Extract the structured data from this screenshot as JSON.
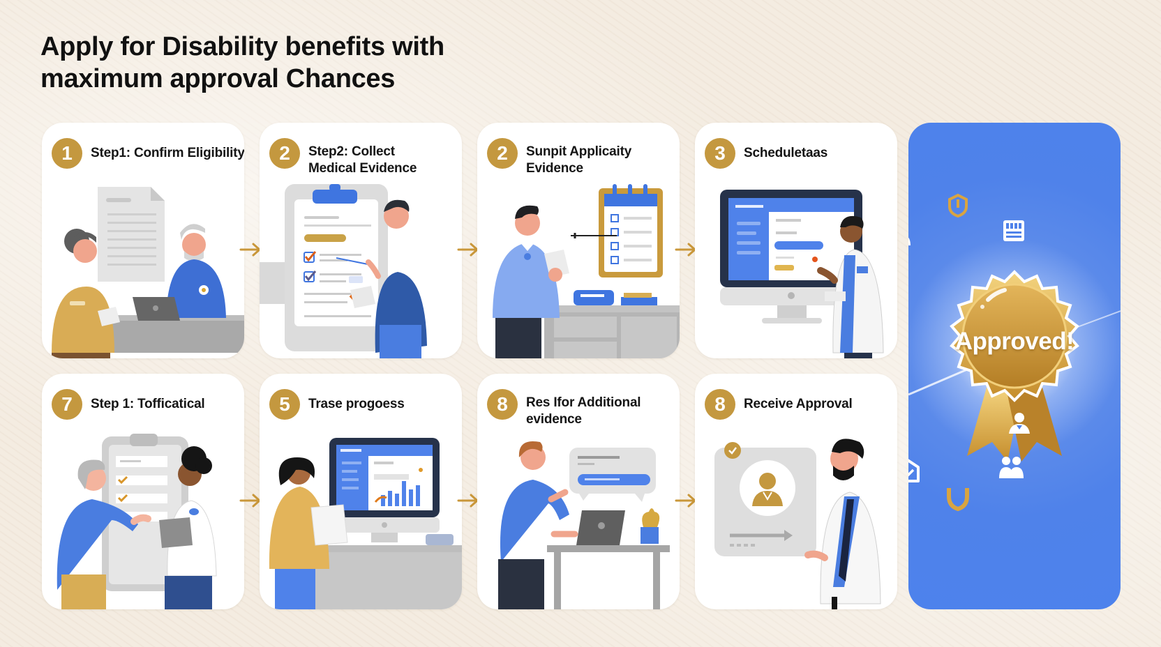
{
  "title": {
    "line1": "Apply for Disability benefits with",
    "line2": "maximum approval Chances"
  },
  "colors": {
    "background": "#f4ece1",
    "card": "#ffffff",
    "badge_gold": "#c4983f",
    "arrow_gold": "#c9973a",
    "panel_blue": "#4f82ea",
    "accent_blue": "#4a7de0",
    "text_dark": "#151515"
  },
  "steps": [
    {
      "number": "1",
      "label": "Step1: Confirm Eligibility",
      "illustration": "two-people-at-desk-with-document"
    },
    {
      "number": "2",
      "label": "Step2:  Collect Medical Evidence",
      "illustration": "man-checking-clipboard-checklist"
    },
    {
      "number": "2",
      "label": "Sunpit Applicaity Evidence",
      "illustration": "man-with-paper-and-checklist-board"
    },
    {
      "number": "3",
      "label": "Scheduletaas",
      "illustration": "doctor-at-computer-monitor"
    },
    {
      "number": "7",
      "label": "Step 1: Tofficatical",
      "illustration": "two-women-with-checklist-and-tablet"
    },
    {
      "number": "5",
      "label": "Trase progoess",
      "illustration": "woman-with-paper-at-dashboard-monitor"
    },
    {
      "number": "8",
      "label": "Res Ifor Additional evidence",
      "illustration": "man-at-laptop-with-message-bubble"
    },
    {
      "number": "8",
      "label": "Receive Approval",
      "illustration": "doctor-holding-approval-card"
    }
  ],
  "arrows": [
    "arrow-right-icon",
    "arrow-right-icon",
    "arrow-right-icon",
    "arrow-right-icon",
    "arrow-right-icon",
    "arrow-right-icon"
  ],
  "approval_panel": {
    "seal_text": "Approved!",
    "icons": [
      "doctor-icon",
      "shield-icon",
      "document-icon",
      "handshake-icon",
      "user-icon",
      "home-check-icon",
      "group-icon",
      "hands-icon"
    ]
  }
}
